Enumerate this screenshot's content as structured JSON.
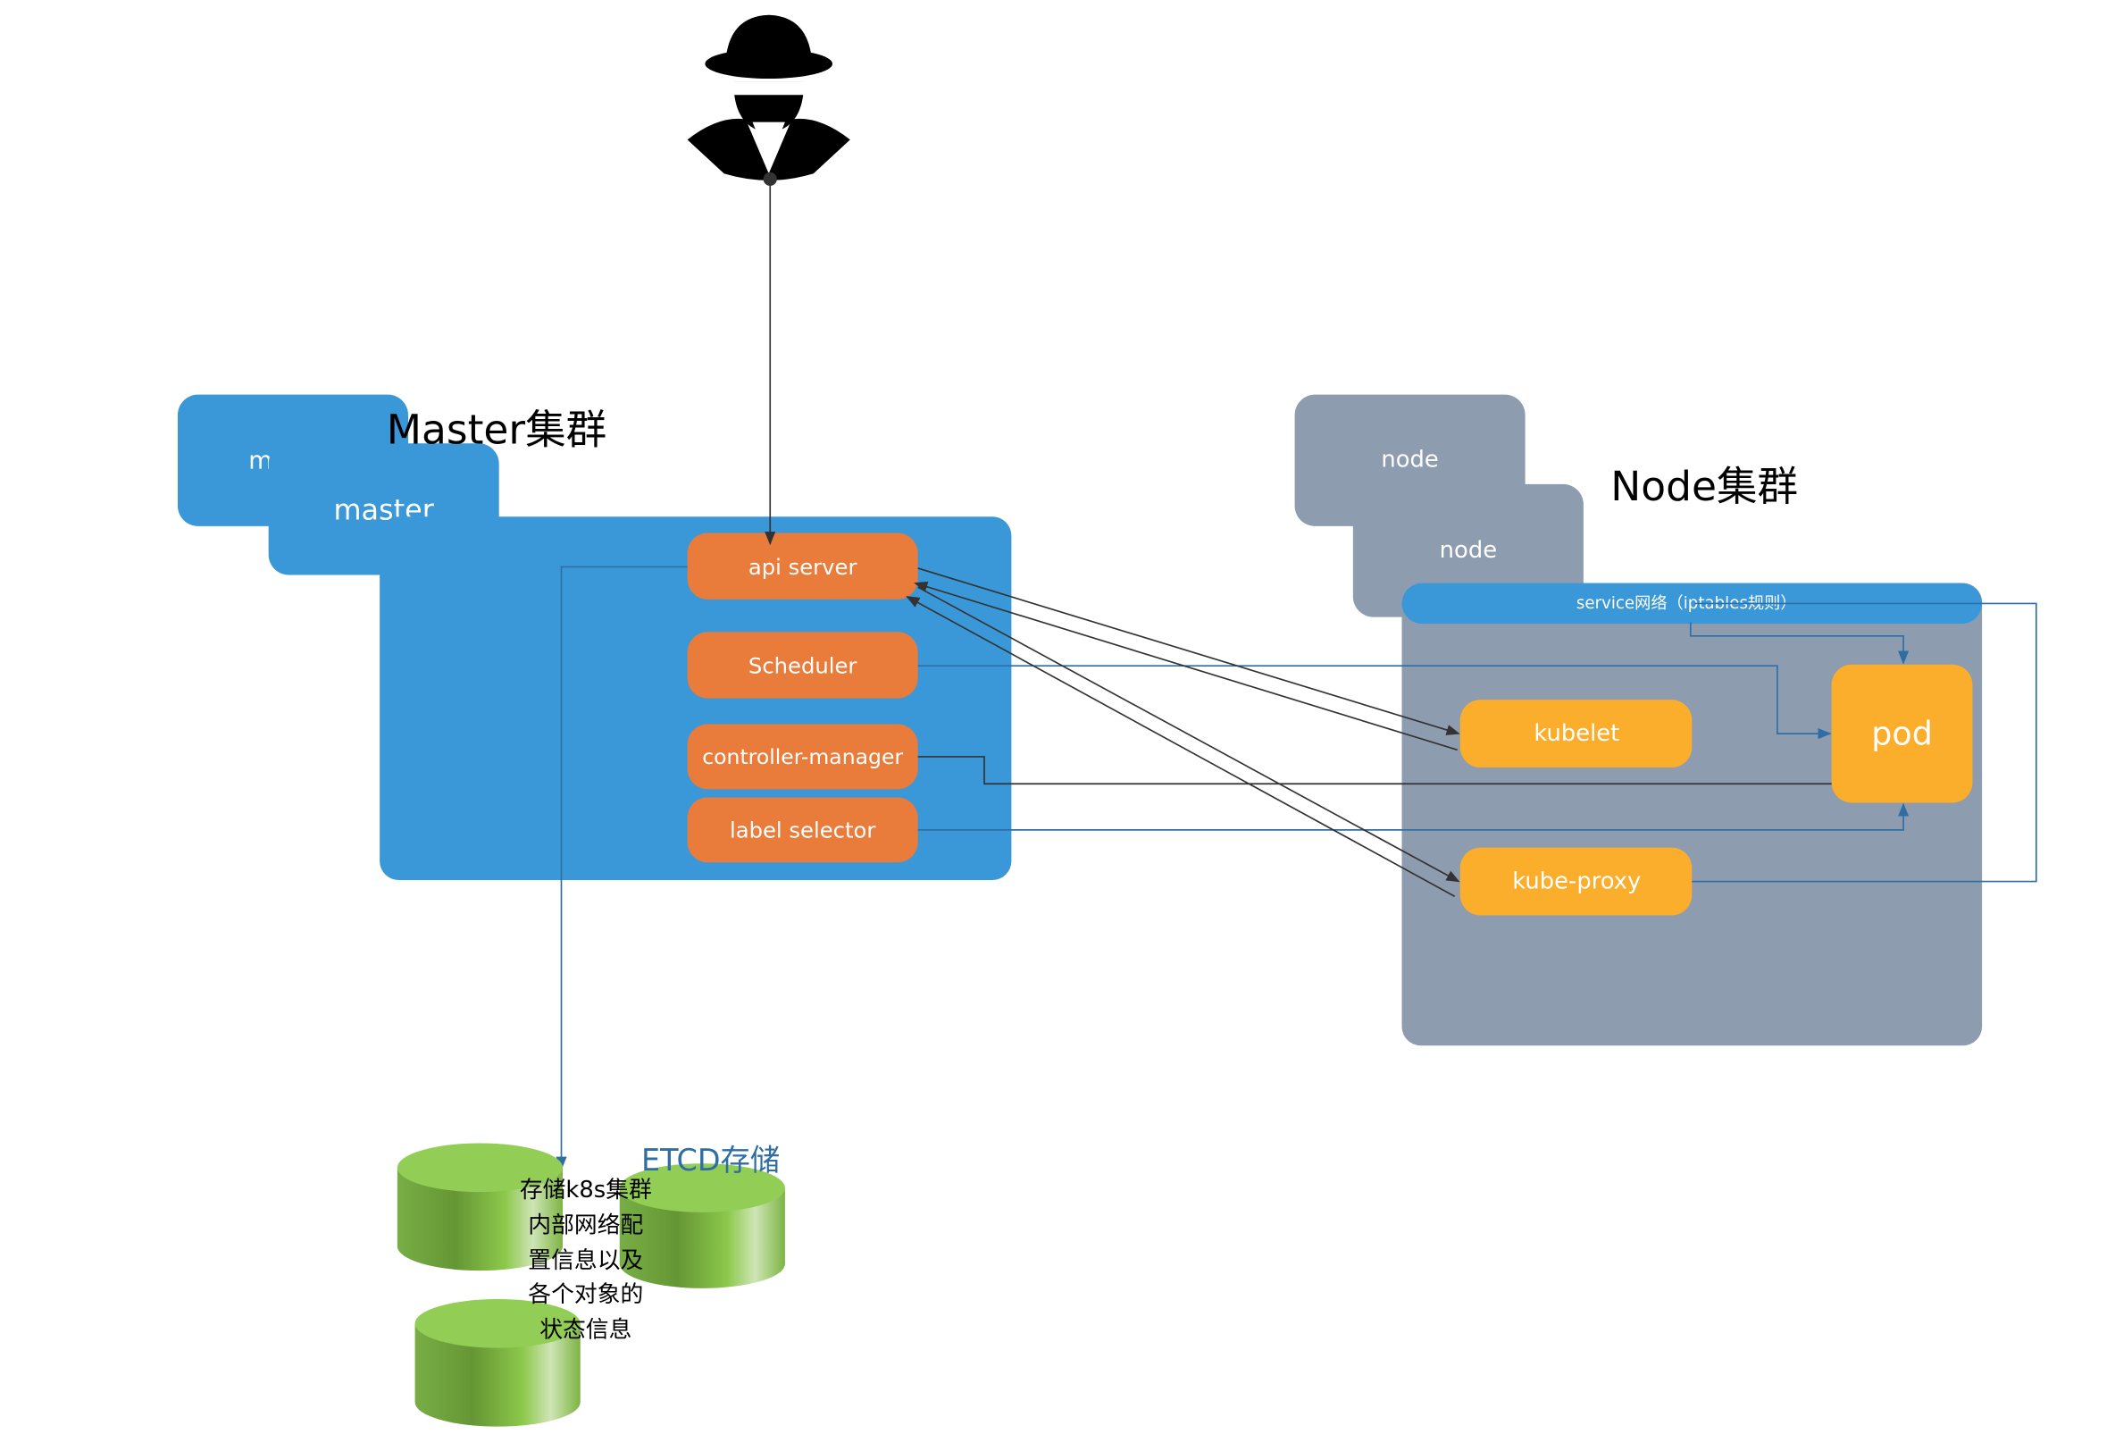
{
  "colors": {
    "master_blue": "#3A98D8",
    "component_orange": "#EA7C3B",
    "node_gray": "#8E9CB0",
    "node_component_yellow": "#FBAD2C",
    "connector_blue": "#2F6EA5",
    "etcd_green": "#8CC84B"
  },
  "icons": {
    "user": "hacker-icon"
  },
  "master": {
    "title": "Master集群",
    "card_back_label": "m",
    "card_front_label": "master",
    "components": {
      "api_server": "api server",
      "scheduler": "Scheduler",
      "controller_manager": "controller-manager",
      "label_selector": "label selector"
    }
  },
  "node": {
    "title": "Node集群",
    "card_back_label": "node",
    "card_front_label": "node",
    "service_bar": "service网络（iptables规则）",
    "components": {
      "kubelet": "kubelet",
      "kube_proxy": "kube-proxy",
      "pod": "pod"
    }
  },
  "etcd": {
    "title": "ETCD存储",
    "description_lines": [
      "存储k8s集群",
      "内部网络配",
      "置信息以及",
      "各个对象的",
      "状态信息"
    ]
  }
}
